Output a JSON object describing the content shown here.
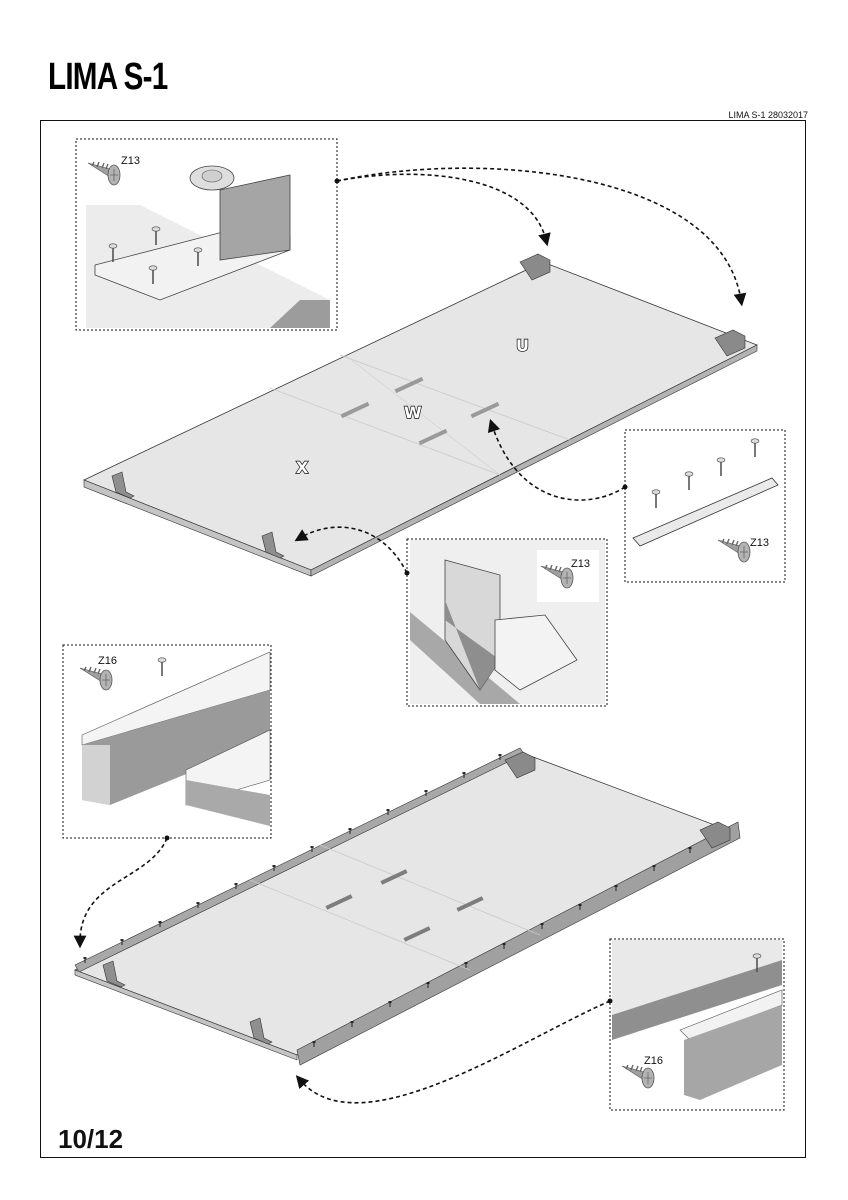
{
  "header": {
    "title": "LIMA S-1",
    "doc_code": "LIMA  S-1 28032017"
  },
  "footer": {
    "page_number": "10/12"
  },
  "step_top": {
    "panel_labels": [
      "U",
      "W",
      "X"
    ],
    "callouts": [
      {
        "id": "corner-bracket-detail",
        "part_label": "Z13"
      },
      {
        "id": "connector-strip-detail",
        "part_label": "Z13"
      },
      {
        "id": "side-bracket-detail",
        "part_label": "Z13"
      }
    ]
  },
  "step_bottom": {
    "callouts": [
      {
        "id": "rail-detail-left",
        "part_label": "Z16"
      },
      {
        "id": "rail-detail-right",
        "part_label": "Z16"
      }
    ]
  },
  "colors": {
    "panel_face": "#e6e6e6",
    "panel_edge": "#bdbdbd",
    "rail": "#a8a8a8",
    "hardware": "#8c8c8c",
    "ink": "#111111"
  }
}
